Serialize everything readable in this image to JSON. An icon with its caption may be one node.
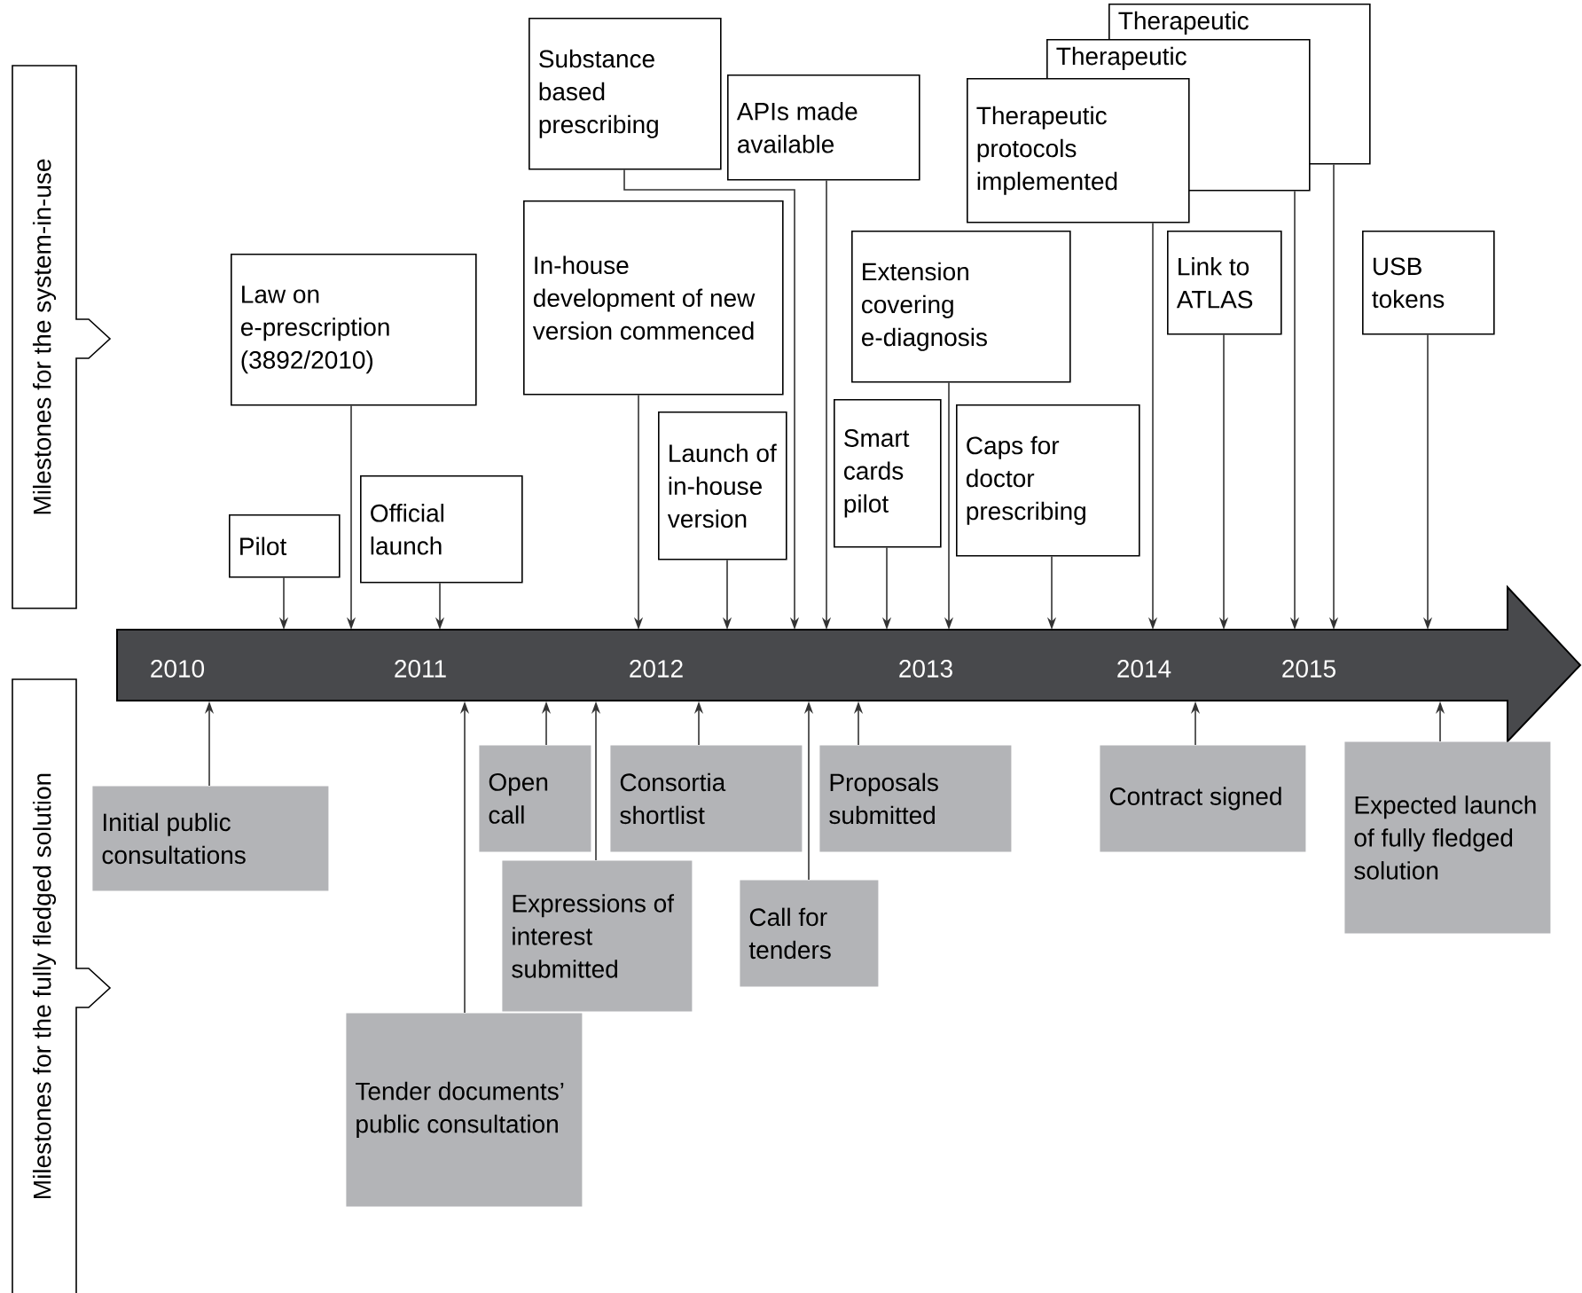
{
  "diagram": {
    "nodes": [
      {
        "text": [
          "Milestones for the system-in-use"
        ]
      },
      {
        "text": [
          "2010",
          "2011",
          "2012",
          "2013",
          "2014",
          "2015"
        ]
      },
      {
        "text": [
          "Pilot"
        ]
      },
      {
        "text": [
          "Law on e-prescription (3892/2010)"
        ]
      },
      {
        "text": [
          "Official launch"
        ]
      },
      {
        "text": [
          "In-house development of new version commenced"
        ]
      },
      {
        "text": [
          "Substance based prescribing"
        ]
      },
      {
        "text": [
          "Launch of in-house version"
        ]
      },
      {
        "text": [
          "APIs made available"
        ]
      },
      {
        "text": [
          "Smart cards pilot"
        ]
      },
      {
        "text": [
          "Extension covering e-diagnosis"
        ]
      },
      {
        "text": [
          "Therapeutic protocols implemented"
        ]
      },
      {
        "text": [
          "Caps for doctor prescribing"
        ]
      },
      {
        "text": [
          "Therapeutic"
        ]
      },
      {
        "text": [
          "Therapeutic"
        ]
      },
      {
        "text": [
          "Link to ATLAS"
        ]
      },
      {
        "text": [
          "USB tokens"
        ]
      },
      {
        "text": [
          "Milestones for the fully fledged solution"
        ]
      },
      {
        "text": [
          "Initial public consultations"
        ]
      },
      {
        "text": [
          "Tender documents’ public consultation"
        ]
      },
      {
        "text": [
          "Open call"
        ]
      },
      {
        "text": [
          "Expressions of interest submitted"
        ]
      },
      {
        "text": [
          "Consortia shortlist"
        ]
      },
      {
        "text": [
          "Call for tenders"
        ]
      },
      {
        "text": [
          "Proposals submitted"
        ]
      },
      {
        "text": [
          "Contract signed"
        ]
      },
      {
        "text": [
          "Expected launch of fully fledged solution"
        ]
      }
    ],
    "edges": [
      {
        "from": 2,
        "to": 1,
        "arrow": "to"
      },
      {
        "from": 3,
        "to": 1,
        "arrow": "to"
      },
      {
        "from": 4,
        "to": 1,
        "arrow": "to"
      },
      {
        "from": 5,
        "to": 1,
        "arrow": "to"
      },
      {
        "from": 6,
        "to": 1,
        "arrow": "to"
      },
      {
        "from": 7,
        "to": 1,
        "arrow": "to"
      },
      {
        "from": 8,
        "to": 1,
        "arrow": "to"
      },
      {
        "from": 9,
        "to": 1,
        "arrow": "to"
      },
      {
        "from": 10,
        "to": 1,
        "arrow": "to"
      },
      {
        "from": 11,
        "to": 1,
        "arrow": "to"
      },
      {
        "from": 12,
        "to": 1,
        "arrow": "to"
      },
      {
        "from": 13,
        "to": 1,
        "arrow": "to"
      },
      {
        "from": 14,
        "to": 1,
        "arrow": "to"
      },
      {
        "from": 15,
        "to": 1,
        "arrow": "to"
      },
      {
        "from": 16,
        "to": 1,
        "arrow": "to"
      },
      {
        "from": 18,
        "to": 1,
        "arrow": "to"
      },
      {
        "from": 19,
        "to": 1,
        "arrow": "to"
      },
      {
        "from": 20,
        "to": 1,
        "arrow": "to"
      },
      {
        "from": 21,
        "to": 1,
        "arrow": "to"
      },
      {
        "from": 22,
        "to": 1,
        "arrow": "to"
      },
      {
        "from": 23,
        "to": 1,
        "arrow": "to"
      },
      {
        "from": 24,
        "to": 1,
        "arrow": "to"
      },
      {
        "from": 25,
        "to": 1,
        "arrow": "to"
      },
      {
        "from": 26,
        "to": 1,
        "arrow": "to"
      }
    ]
  }
}
